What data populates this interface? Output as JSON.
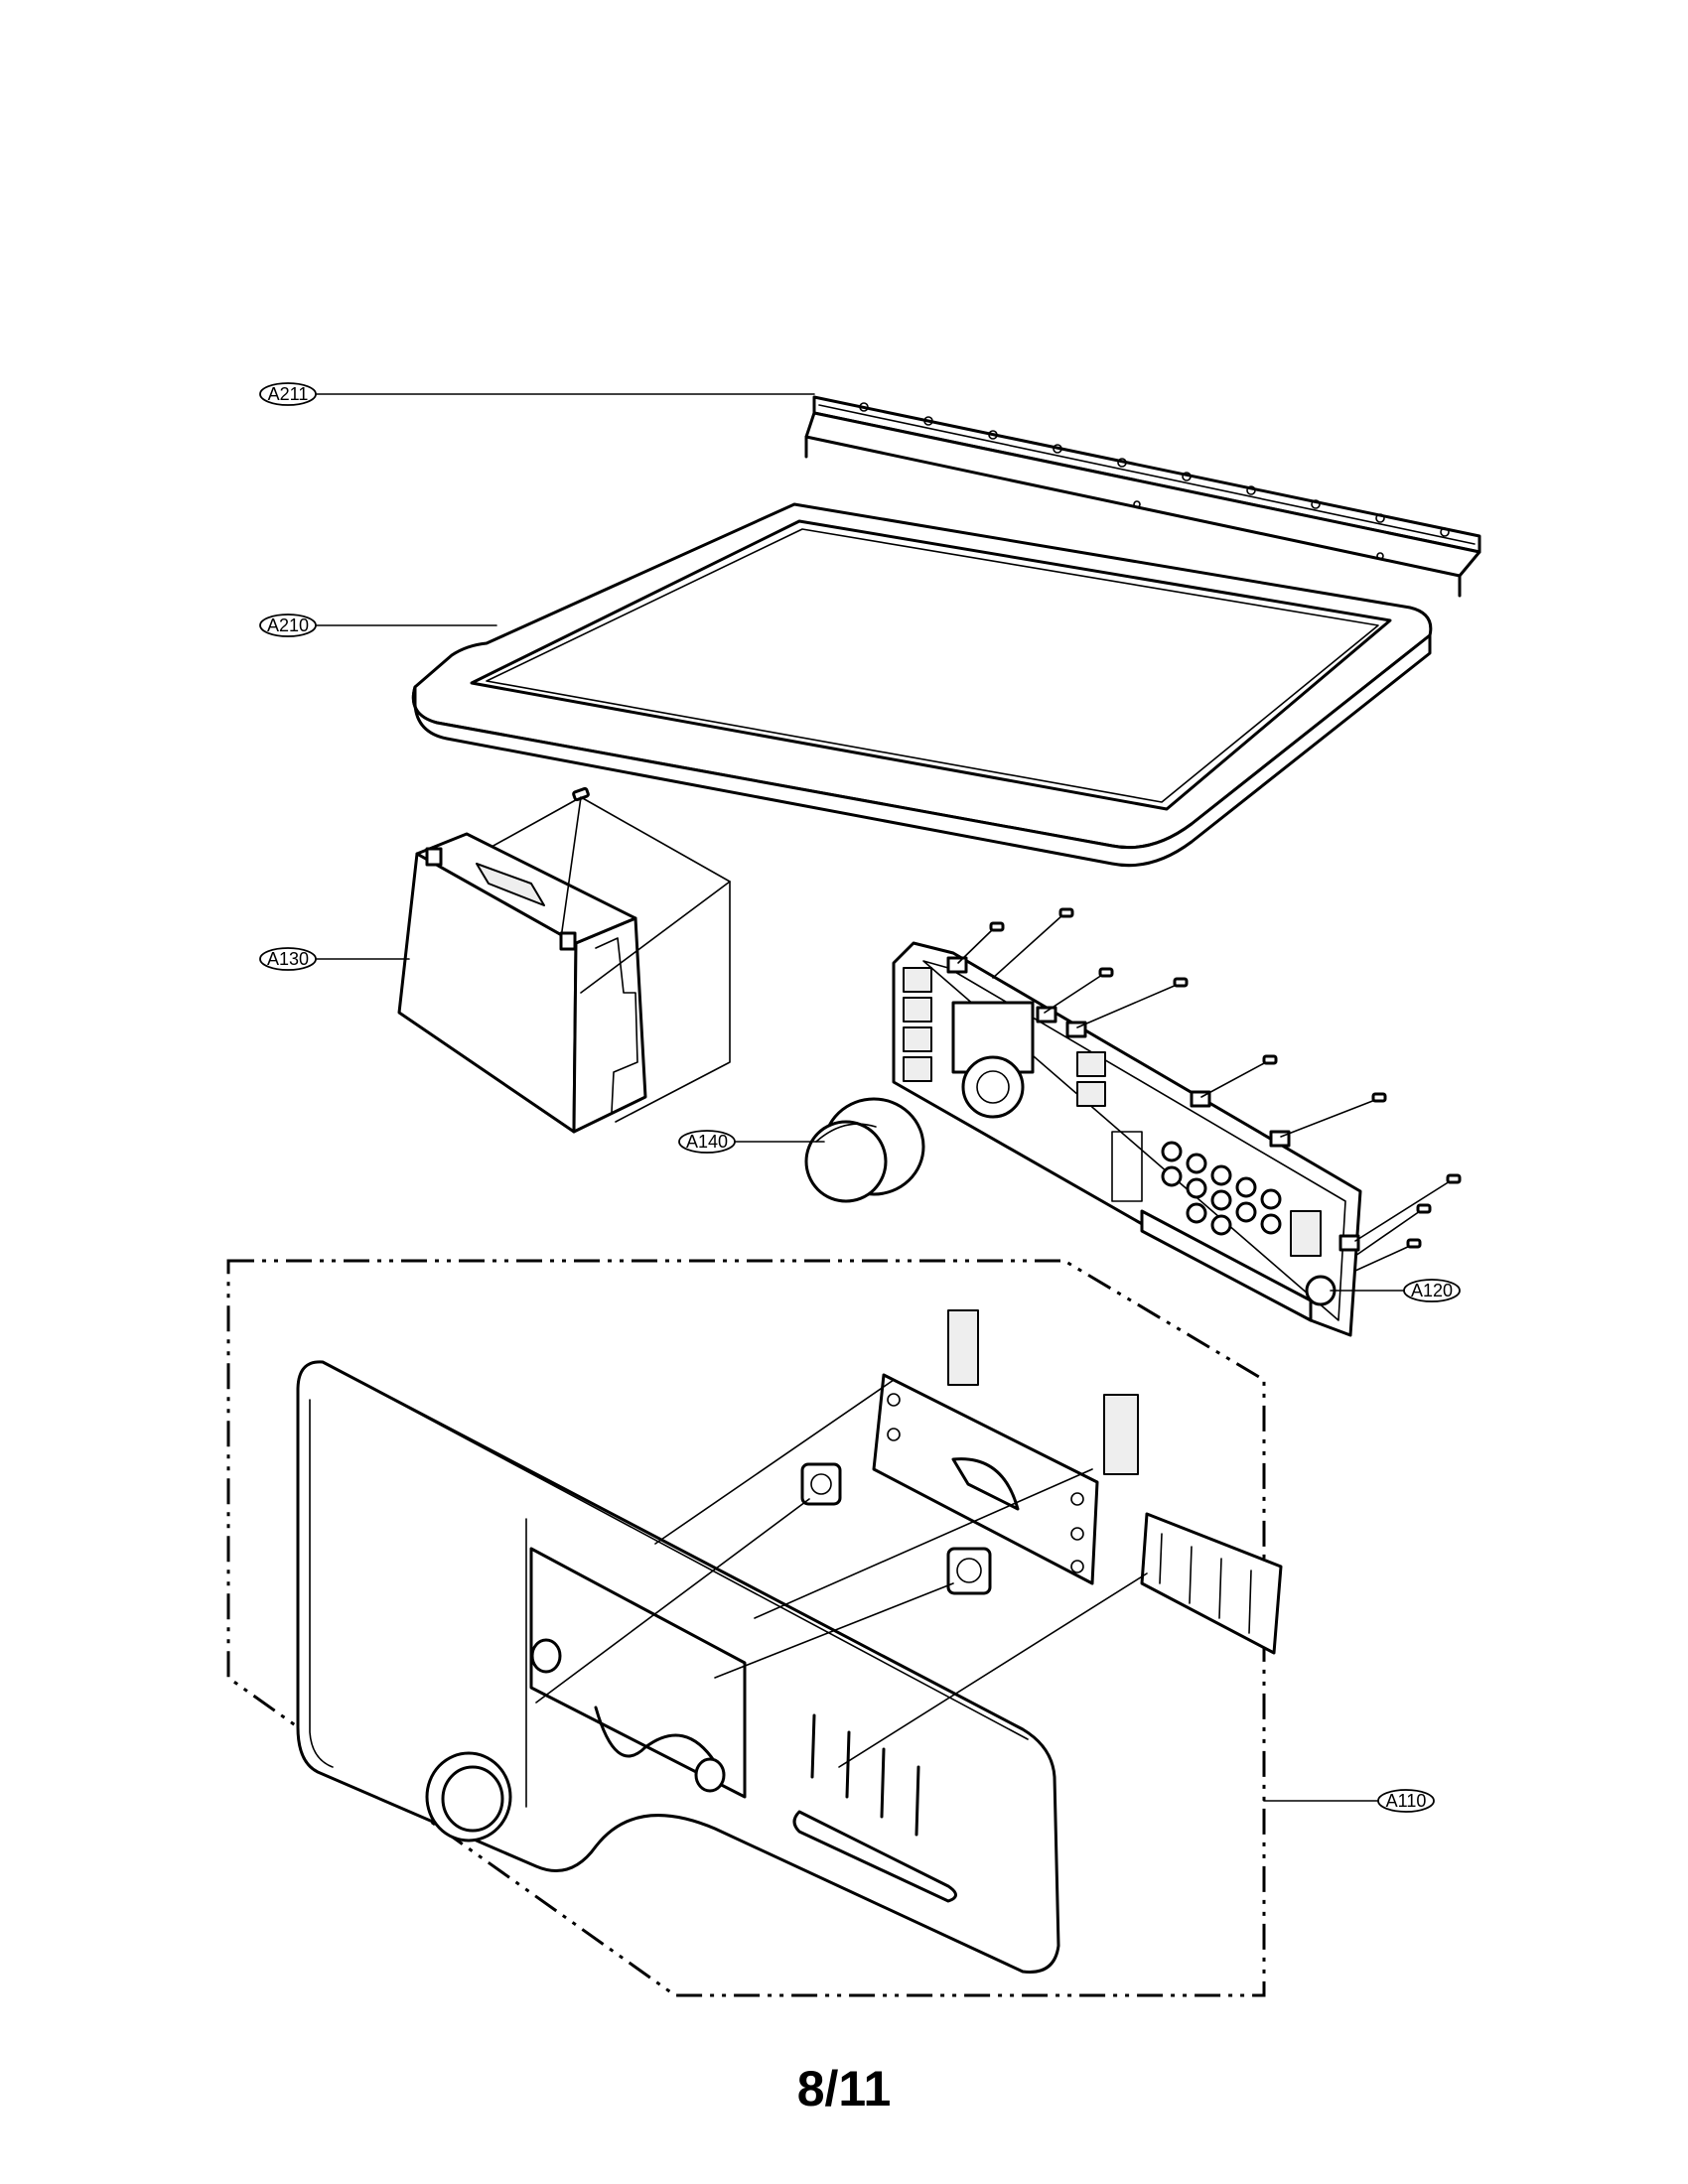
{
  "page": {
    "number_label": "8/11"
  },
  "callouts": [
    {
      "id": "A211",
      "label": "A211"
    },
    {
      "id": "A210",
      "label": "A210"
    },
    {
      "id": "A130",
      "label": "A130"
    },
    {
      "id": "A140",
      "label": "A140"
    },
    {
      "id": "A120",
      "label": "A120"
    },
    {
      "id": "A110",
      "label": "A110"
    }
  ]
}
